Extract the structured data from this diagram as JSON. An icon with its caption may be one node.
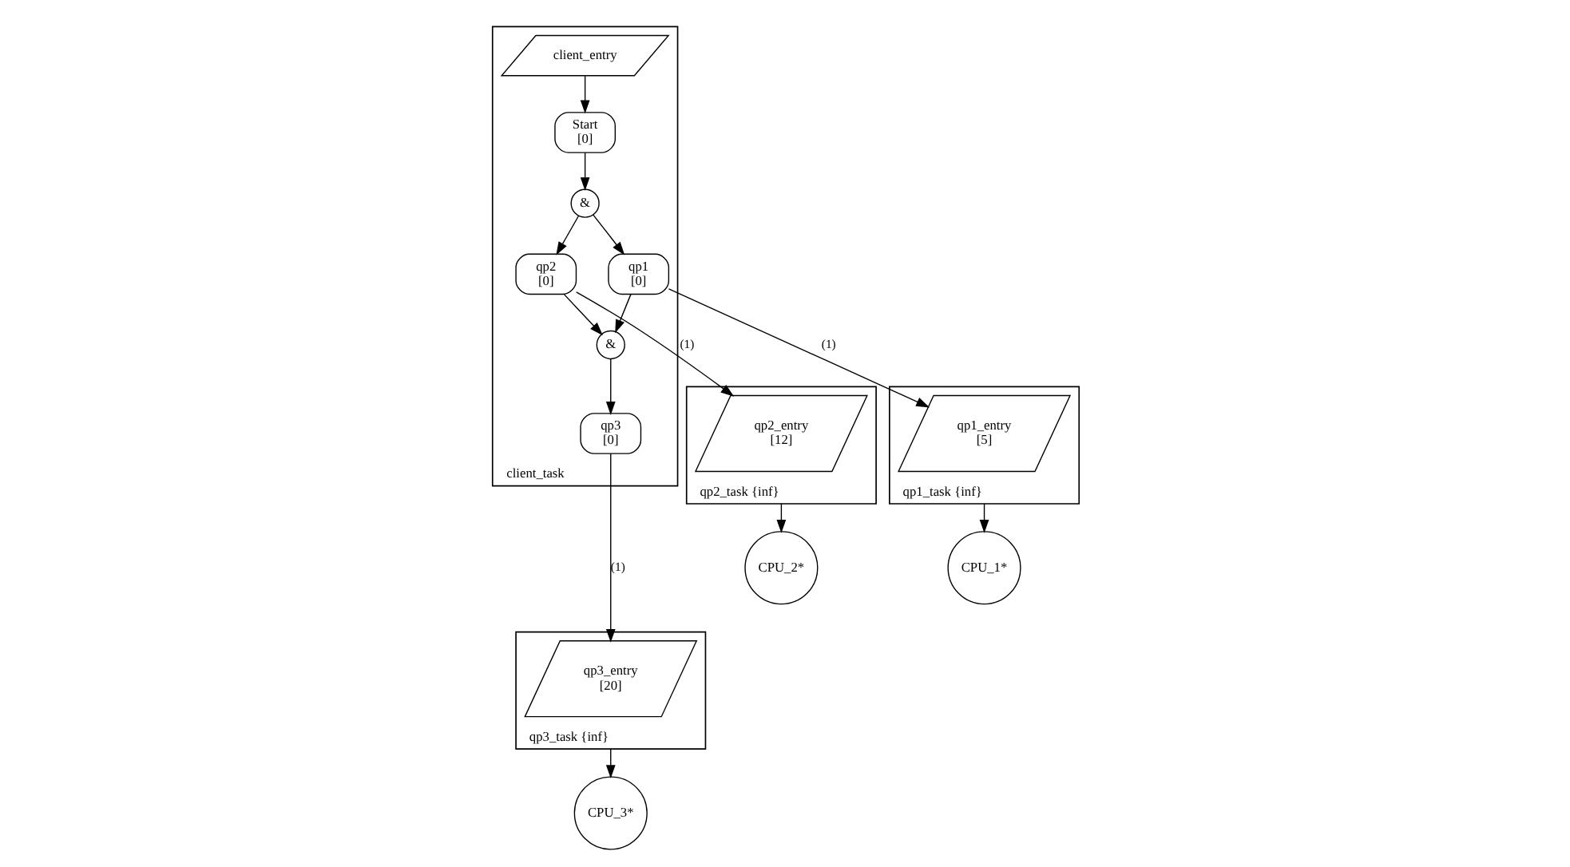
{
  "diagram": {
    "nodes": [
      {
        "text": [
          "client_task"
        ]
      },
      {
        "text": [
          "client_entry"
        ],
        "in": 0
      },
      {
        "text": [
          "Start",
          "[0]"
        ],
        "in": 0
      },
      {
        "text": [
          "&"
        ],
        "in": 0
      },
      {
        "text": [
          "qp2",
          "[0]"
        ],
        "in": 0
      },
      {
        "text": [
          "qp1",
          "[0]"
        ],
        "in": 0
      },
      {
        "text": [
          "&"
        ],
        "in": 0
      },
      {
        "text": [
          "qp3",
          "[0]"
        ],
        "in": 0
      },
      {
        "text": [
          "qp2_task {inf}"
        ]
      },
      {
        "text": [
          "qp2_entry",
          "[12]"
        ],
        "in": 8
      },
      {
        "text": [
          "qp3_task {inf}"
        ]
      },
      {
        "text": [
          "qp3_entry",
          "[20]"
        ],
        "in": 10
      },
      {
        "text": [
          "qp1_task {inf}"
        ]
      },
      {
        "text": [
          "qp1_entry",
          "[5]"
        ],
        "in": 12
      },
      {
        "text": [
          "CPU_2*"
        ]
      },
      {
        "text": [
          "CPU_3*"
        ]
      },
      {
        "text": [
          "CPU_1*"
        ]
      }
    ],
    "edges": [
      {
        "from": 1,
        "to": 2,
        "arrow": "to"
      },
      {
        "from": 2,
        "to": 3,
        "arrow": "to"
      },
      {
        "from": 3,
        "to": 4,
        "arrow": "to"
      },
      {
        "from": 3,
        "to": 5,
        "arrow": "to"
      },
      {
        "from": 4,
        "to": 6,
        "arrow": "to"
      },
      {
        "from": 5,
        "to": 6,
        "arrow": "to"
      },
      {
        "from": 6,
        "to": 7,
        "arrow": "to"
      },
      {
        "from": 4,
        "to": 9,
        "arrow": "to",
        "label": "(1)"
      },
      {
        "from": 7,
        "to": 11,
        "arrow": "to",
        "label": "(1)"
      },
      {
        "from": 5,
        "to": 13,
        "arrow": "to",
        "label": "(1)"
      },
      {
        "from": 8,
        "to": 14,
        "arrow": "to"
      },
      {
        "from": 10,
        "to": 15,
        "arrow": "to"
      },
      {
        "from": 12,
        "to": 16,
        "arrow": "to"
      }
    ]
  }
}
